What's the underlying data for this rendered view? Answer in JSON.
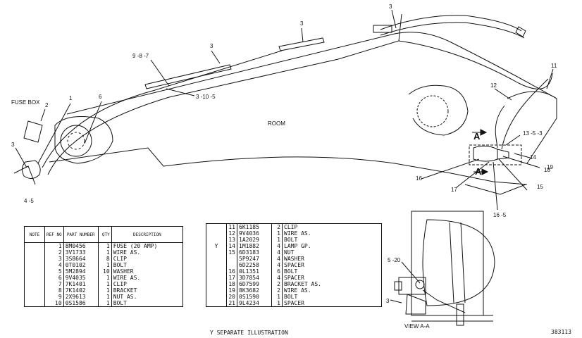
{
  "labels": {
    "fuse_box": "FUSE BOX",
    "room": "ROOM",
    "section_marker": "A",
    "view": "VIEW A-A"
  },
  "callouts": {
    "c1": "1",
    "c2": "2",
    "c3a": "3",
    "c3b": "3",
    "c3c": "3",
    "c3d": "3",
    "c3e": "3",
    "c6": "6",
    "c9": "9 -8 -7",
    "c310": "3 -10 -5",
    "c11": "11",
    "c12": "12",
    "c1353": "13 -5 -3",
    "c14": "14",
    "c15": "15",
    "c16": "16",
    "c17": "17",
    "c18": "18",
    "c19": "19",
    "c45": "4 -5",
    "c165": "16 -5",
    "c520": "5 -20"
  },
  "table1": {
    "headers": [
      "NOTE",
      "REF NO",
      "PART NUMBER",
      "QTY",
      "DESCRIPTION"
    ],
    "rows": [
      {
        "ref": "1",
        "part": "8M0456",
        "qty": "1",
        "desc": "FUSE (20 AMP)"
      },
      {
        "ref": "2",
        "part": "3V1733",
        "qty": "1",
        "desc": "WIRE AS."
      },
      {
        "ref": "3",
        "part": "3S8664",
        "qty": "8",
        "desc": "CLIP"
      },
      {
        "ref": "4",
        "part": "0T0102",
        "qty": "1",
        "desc": "BOLT"
      },
      {
        "ref": "5",
        "part": "5M2894",
        "qty": "10",
        "desc": "WASHER"
      },
      {
        "ref": "6",
        "part": "9V4035",
        "qty": "1",
        "desc": "WIRE AS."
      },
      {
        "ref": "7",
        "part": "7K1401",
        "qty": "1",
        "desc": "CLIP"
      },
      {
        "ref": "8",
        "part": "7K1402",
        "qty": "1",
        "desc": "BRACKET"
      },
      {
        "ref": "9",
        "part": "2X9613",
        "qty": "1",
        "desc": "NUT AS."
      },
      {
        "ref": "10",
        "part": "0S1586",
        "qty": "1",
        "desc": "BOLT"
      }
    ]
  },
  "table2": {
    "rows": [
      {
        "note": "",
        "ref": "11",
        "part": "6K1185",
        "qty": "2",
        "desc": "CLIP"
      },
      {
        "note": "",
        "ref": "12",
        "part": "9V4036",
        "qty": "1",
        "desc": "WIRE AS."
      },
      {
        "note": "",
        "ref": "13",
        "part": "1A2029",
        "qty": "1",
        "desc": "BOLT"
      },
      {
        "note": "Y",
        "ref": "14",
        "part": "1M1882",
        "qty": "4",
        "desc": "LAMP GP."
      },
      {
        "note": "",
        "ref": "15",
        "part": "6D3183",
        "qty": "4",
        "desc": "NUT"
      },
      {
        "note": "",
        "ref": "",
        "part": "5P9247",
        "qty": "4",
        "desc": "WASHER"
      },
      {
        "note": "",
        "ref": "",
        "part": "6D2258",
        "qty": "4",
        "desc": "SPACER"
      },
      {
        "note": "",
        "ref": "16",
        "part": "0L1351",
        "qty": "6",
        "desc": "BOLT"
      },
      {
        "note": "",
        "ref": "17",
        "part": "3D7854",
        "qty": "4",
        "desc": "SPACER"
      },
      {
        "note": "",
        "ref": "18",
        "part": "6D7599",
        "qty": "2",
        "desc": "BRACKET AS."
      },
      {
        "note": "",
        "ref": "19",
        "part": "8K3682",
        "qty": "2",
        "desc": "WIRE AS."
      },
      {
        "note": "",
        "ref": "20",
        "part": "0S1590",
        "qty": "1",
        "desc": "BOLT"
      },
      {
        "note": "",
        "ref": "21",
        "part": "9L4234",
        "qty": "1",
        "desc": "SPACER"
      }
    ]
  },
  "footnote": "Y    SEPARATE ILLUSTRATION",
  "drawing_number": "383113"
}
